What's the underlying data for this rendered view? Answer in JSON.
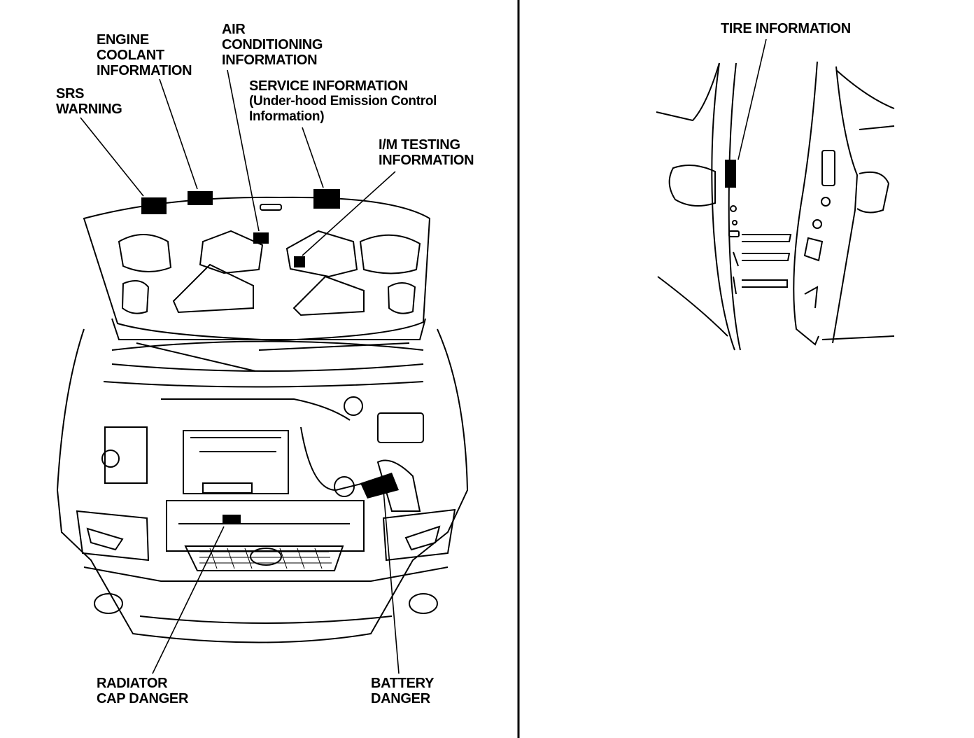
{
  "labels": {
    "srs": [
      "SRS",
      "WARNING"
    ],
    "engine_coolant": [
      "ENGINE",
      "COOLANT",
      "INFORMATION"
    ],
    "air_conditioning": [
      "AIR",
      "CONDITIONING",
      "INFORMATION"
    ],
    "service": [
      "SERVICE INFORMATION",
      "(Under-hood Emission Control",
      "Information)"
    ],
    "im_testing": [
      "I/M TESTING",
      "INFORMATION"
    ],
    "radiator": [
      "RADIATOR",
      "CAP DANGER"
    ],
    "battery": [
      "BATTERY",
      "DANGER"
    ],
    "tire": "TIRE INFORMATION"
  },
  "colors": {
    "ink": "#000000",
    "paper": "#ffffff"
  }
}
